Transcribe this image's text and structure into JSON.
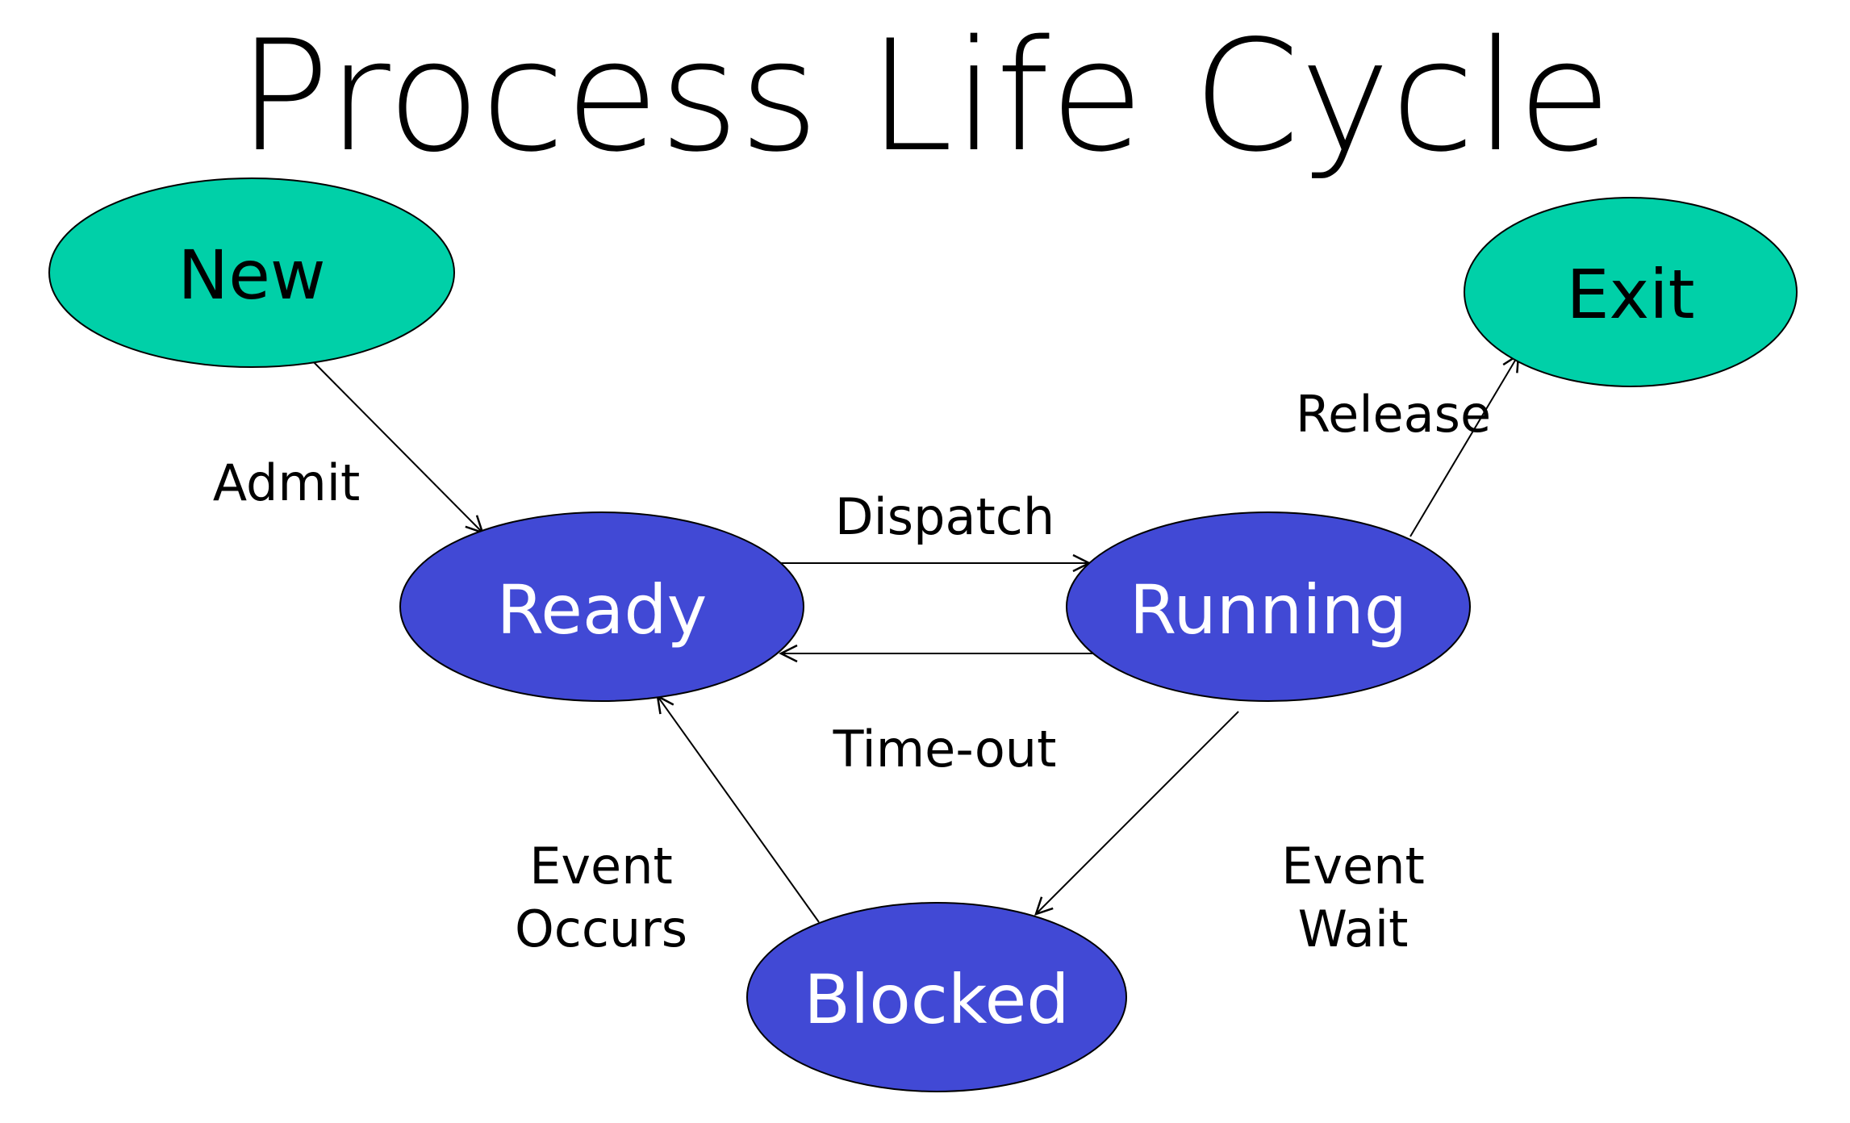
{
  "title": "Process Life Cycle",
  "colors": {
    "terminal_state_fill": "#00D0A8",
    "active_state_fill": "#4149D5",
    "terminal_text": "#000000",
    "active_text": "#FFFFFF",
    "stroke": "#000000"
  },
  "nodes": {
    "new": "New",
    "exit": "Exit",
    "ready": "Ready",
    "running": "Running",
    "blocked": "Blocked"
  },
  "edges": {
    "admit": "Admit",
    "dispatch": "Dispatch",
    "timeout": "Time-out",
    "release": "Release",
    "event_occurs_line1": "Event",
    "event_occurs_line2": "Occurs",
    "event_wait_line1": "Event",
    "event_wait_line2": "Wait"
  }
}
